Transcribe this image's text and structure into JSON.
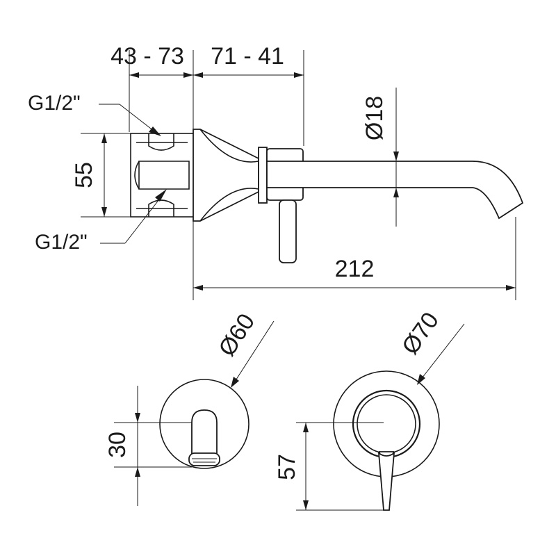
{
  "labels": {
    "depth_range_left": "43 - 73",
    "depth_range_right": "71 - 41",
    "thread_top": "G1/2\"",
    "thread_bottom": "G1/2\"",
    "height_body": "55",
    "spout_diameter": "Ø18",
    "total_length": "212",
    "spout_plate_diameter": "Ø60",
    "spout_offset": "30",
    "handle_plate_diameter": "Ø70",
    "handle_offset": "57"
  }
}
